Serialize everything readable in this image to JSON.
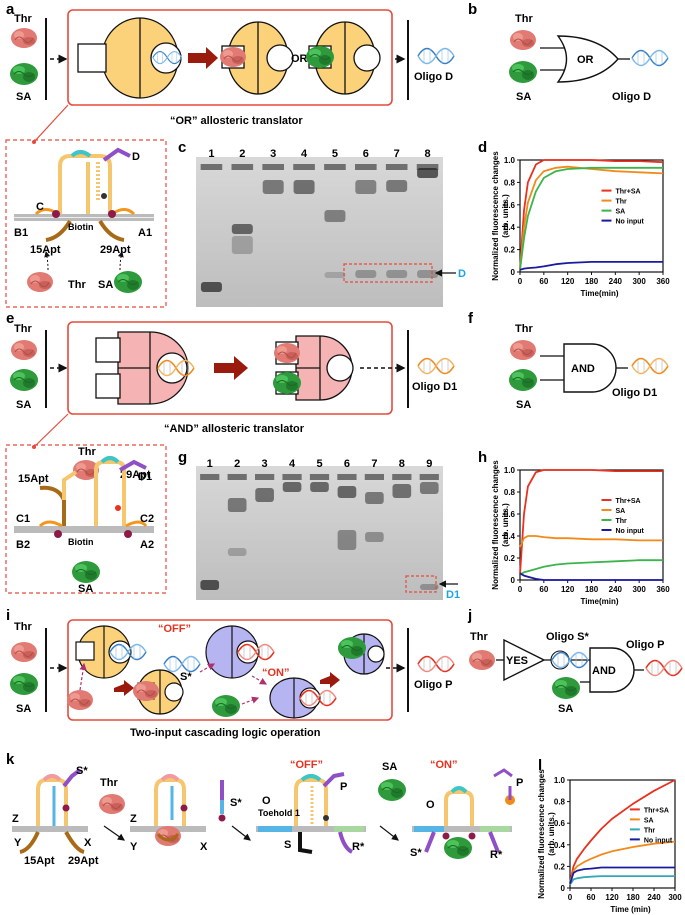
{
  "panels": {
    "a": "a",
    "b": "b",
    "c": "c",
    "d": "d",
    "e": "e",
    "f": "f",
    "g": "g",
    "h": "h",
    "i": "i",
    "j": "j",
    "k": "k",
    "l": "l"
  },
  "inputs": {
    "thr": "Thr",
    "sa": "SA"
  },
  "panel_a": {
    "or_label": "OR",
    "output": "Oligo D",
    "caption": "“OR” allosteric  translator",
    "detail": {
      "D": "D",
      "C": "C",
      "B1": "B1",
      "A1": "A1",
      "biotin": "Biotin",
      "apt15": "15Apt",
      "apt29": "29Apt",
      "thr": "Thr",
      "sa": "SA"
    }
  },
  "panel_b": {
    "gate": "OR",
    "output": "Oligo D",
    "thr": "Thr",
    "sa": "SA"
  },
  "panel_c": {
    "lanes": [
      "1",
      "2",
      "3",
      "4",
      "5",
      "6",
      "7",
      "8"
    ],
    "band": "D"
  },
  "panel_e": {
    "output": "Oligo D1",
    "caption": "“AND” allosteric  translator",
    "detail": {
      "thr": "Thr",
      "apt15": "15Apt",
      "apt29": "29Apt",
      "D1": "D1",
      "C1": "C1",
      "C2": "C2",
      "B2": "B2",
      "A2": "A2",
      "biotin": "Biotin",
      "sa": "SA"
    }
  },
  "panel_f": {
    "gate": "AND",
    "output": "Oligo D1",
    "thr": "Thr",
    "sa": "SA"
  },
  "panel_g": {
    "lanes": [
      "1",
      "2",
      "3",
      "4",
      "5",
      "6",
      "7",
      "8",
      "9"
    ],
    "band": "D1"
  },
  "panel_i": {
    "off": "“OFF”",
    "on": "“ON”",
    "s_star": "S*",
    "output": "Oligo P",
    "caption": "Two-input cascading logic operation"
  },
  "panel_j": {
    "yes": "YES",
    "mid": "Oligo S*",
    "gate": "AND",
    "output": "Oligo P",
    "thr": "Thr",
    "sa": "SA"
  },
  "panel_k": {
    "s_star": "S*",
    "Z": "Z",
    "Y": "Y",
    "X": "X",
    "apt15": "15Apt",
    "apt29": "29Apt",
    "thr": "Thr",
    "off": "“OFF”",
    "on": "“ON”",
    "sa": "SA",
    "toehold": "Toehold 1",
    "O": "O",
    "S": "S",
    "P": "P",
    "R_star": "R*"
  },
  "colors": {
    "red": "#e8311f",
    "orange": "#f28a1a",
    "green": "#3cb44b",
    "navy": "#1a1aa0",
    "teal": "#30a9b8",
    "frame": "#e54b3c"
  },
  "chart_data": [
    {
      "id": "d",
      "type": "line",
      "xlabel": "Time(min)",
      "ylabel": "Normalized fluorescence changes (arb. units.)",
      "xlim": [
        0,
        360
      ],
      "ylim": [
        0,
        1.0
      ],
      "xticks": [
        0,
        60,
        120,
        180,
        240,
        300,
        360
      ],
      "yticks": [
        0,
        0.2,
        0.4,
        0.6,
        0.8,
        1.0
      ],
      "x": [
        0,
        10,
        20,
        40,
        60,
        90,
        120,
        180,
        240,
        300,
        360
      ],
      "series": [
        {
          "name": "Thr+SA",
          "color": "#e8311f",
          "values": [
            0.02,
            0.55,
            0.8,
            0.96,
            1.0,
            1.0,
            1.0,
            1.0,
            0.99,
            0.99,
            0.98
          ]
        },
        {
          "name": "Thr",
          "color": "#f28a1a",
          "values": [
            0.02,
            0.4,
            0.62,
            0.82,
            0.9,
            0.93,
            0.94,
            0.92,
            0.9,
            0.89,
            0.88
          ]
        },
        {
          "name": "SA",
          "color": "#3cb44b",
          "values": [
            0.02,
            0.3,
            0.5,
            0.72,
            0.84,
            0.9,
            0.92,
            0.93,
            0.93,
            0.93,
            0.93
          ]
        },
        {
          "name": "No input",
          "color": "#1a1aa0",
          "values": [
            0.02,
            0.03,
            0.035,
            0.04,
            0.05,
            0.07,
            0.08,
            0.09,
            0.09,
            0.09,
            0.09
          ]
        }
      ]
    },
    {
      "id": "h",
      "type": "line",
      "xlabel": "Time(min)",
      "ylabel": "Normalized fluorescence changes (arb. units.)",
      "xlim": [
        0,
        360
      ],
      "ylim": [
        0,
        1.0
      ],
      "xticks": [
        0,
        60,
        120,
        180,
        240,
        300,
        360
      ],
      "yticks": [
        0,
        0.2,
        0.4,
        0.6,
        0.8,
        1.0
      ],
      "x": [
        0,
        10,
        20,
        40,
        60,
        90,
        120,
        180,
        240,
        300,
        360
      ],
      "series": [
        {
          "name": "Thr+SA",
          "color": "#e8311f",
          "values": [
            0.05,
            0.6,
            0.85,
            0.98,
            1.0,
            1.0,
            1.0,
            1.0,
            0.99,
            0.99,
            0.99
          ]
        },
        {
          "name": "SA",
          "color": "#f28a1a",
          "values": [
            0.3,
            0.38,
            0.4,
            0.4,
            0.39,
            0.38,
            0.38,
            0.37,
            0.37,
            0.36,
            0.36
          ]
        },
        {
          "name": "Thr",
          "color": "#3cb44b",
          "values": [
            0.05,
            0.07,
            0.08,
            0.1,
            0.12,
            0.14,
            0.15,
            0.16,
            0.17,
            0.18,
            0.18
          ]
        },
        {
          "name": "No input",
          "color": "#1a1aa0",
          "values": [
            0.06,
            0.04,
            0.03,
            0.01,
            0.0,
            0.0,
            0.0,
            0.0,
            0.0,
            0.0,
            0.0
          ]
        }
      ]
    },
    {
      "id": "l",
      "type": "line",
      "xlabel": "Time (min)",
      "ylabel": "Normalized fluorescence changes (arb. units.)",
      "xlim": [
        0,
        300
      ],
      "ylim": [
        0,
        1.0
      ],
      "xticks": [
        0,
        60,
        120,
        180,
        240,
        300
      ],
      "yticks": [
        0,
        0.2,
        0.4,
        0.6,
        0.8,
        1.0
      ],
      "x": [
        0,
        10,
        20,
        40,
        60,
        90,
        120,
        180,
        240,
        300
      ],
      "series": [
        {
          "name": "Thr+SA",
          "color": "#e8311f",
          "values": [
            0.05,
            0.2,
            0.27,
            0.36,
            0.44,
            0.55,
            0.64,
            0.78,
            0.9,
            1.0
          ]
        },
        {
          "name": "SA",
          "color": "#f28a1a",
          "values": [
            0.05,
            0.16,
            0.2,
            0.24,
            0.27,
            0.31,
            0.34,
            0.38,
            0.41,
            0.43
          ]
        },
        {
          "name": "Thr",
          "color": "#30a9b8",
          "values": [
            0.03,
            0.08,
            0.09,
            0.1,
            0.105,
            0.11,
            0.11,
            0.11,
            0.11,
            0.11
          ]
        },
        {
          "name": "No input",
          "color": "#1a1aa0",
          "values": [
            0.04,
            0.14,
            0.16,
            0.175,
            0.18,
            0.19,
            0.19,
            0.19,
            0.19,
            0.19
          ]
        }
      ]
    }
  ]
}
